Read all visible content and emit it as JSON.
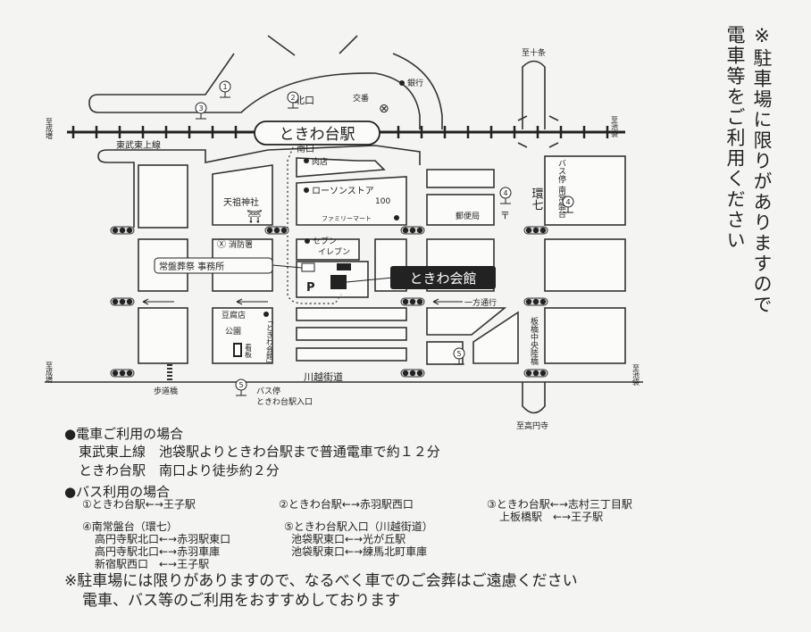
{
  "side_note": [
    "※駐車場に限りがありますので",
    "電車等をご利用ください"
  ],
  "map": {
    "station": "ときわ台駅",
    "north_exit": "北口",
    "south_exit": "南口",
    "koban": "交番",
    "bank": "銀行",
    "line": "東武東上線",
    "to_narimasu": "至成増",
    "to_ikebukuro": "至池袋",
    "to_jujo": "至十条",
    "to_koenji": "至高円寺",
    "butcher": "肉店",
    "lawson": "ローソンストア",
    "lawson_100": "100",
    "familymart": "ファミリーマート",
    "shrine": "天祖神社",
    "fire_station": "消防署",
    "seven_eleven": [
      "セブン",
      "イレブン"
    ],
    "office": "常盤葬祭 事務所",
    "parking": "P",
    "venue": "ときわ会館",
    "one_way": "一方通行",
    "tofu": "豆腐店",
    "park": "公園",
    "signboard": "看板",
    "sign_text": "「ときわ会館」",
    "post_office": "郵便局",
    "kan7": "環七",
    "bus_stop_minami": "バス停 南常盤台",
    "itabashi_road": "板橋中央陸橋",
    "kawagoe": "川越街道",
    "footbridge": "歩道橋",
    "bus_stop_label": "バス停",
    "bus_stop_name": "ときわ台駅入口",
    "stops": [
      "1",
      "2",
      "3",
      "4",
      "5"
    ]
  },
  "info": {
    "train_heading": "●電車ご利用の場合",
    "train_lines": [
      "東武東上線　池袋駅よりときわ台駅まで普通電車で約１２分",
      "ときわ台駅　南口より徒歩約２分"
    ],
    "bus_heading": "●バス利用の場合",
    "bus1": "①ときわ台駅←→王子駅",
    "bus2": "②ときわ台駅←→赤羽駅西口",
    "bus3": [
      "③ときわ台駅←→志村三丁目駅",
      "上板橋駅　←→王子駅"
    ],
    "bus4": [
      "④南常盤台（環七）",
      "高円寺駅北口←→赤羽駅東口",
      "高円寺駅北口←→赤羽車庫",
      "新宿駅西口　←→王子駅"
    ],
    "bus5": [
      "⑤ときわ台駅入口（川越街道）",
      "池袋駅東口←→光が丘駅",
      "池袋駅東口←→練馬北町車庫"
    ],
    "note": [
      "※駐車場には限りがありますので、なるべく車でのご会葬はご遠慮ください",
      "電車、バス等のご利用をおすすめしております"
    ]
  }
}
